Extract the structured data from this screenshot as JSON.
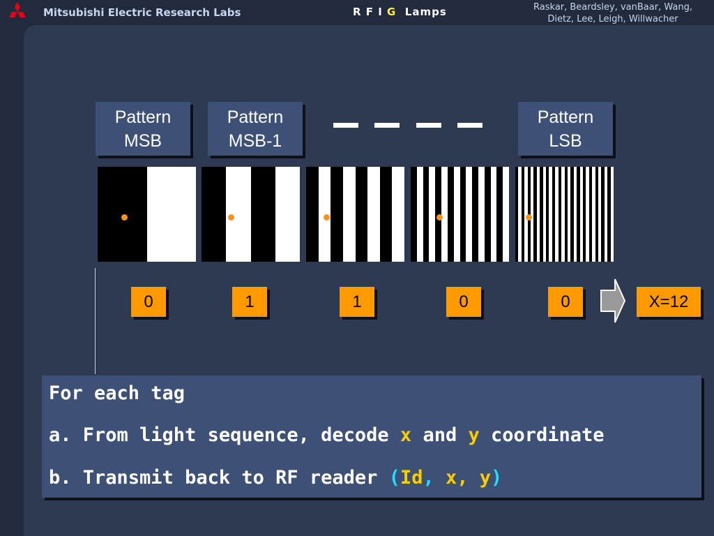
{
  "header": {
    "org": "Mitsubishi Electric Research Labs",
    "title_pre": "R F I ",
    "title_g": "G",
    "title_post": "  Lamps",
    "authors_line1": "Raskar, Beardsley, vanBaar, Wang,",
    "authors_line2": "Dietz, Lee, Leigh, Willwacher"
  },
  "patterns": [
    {
      "label_line1": "Pattern",
      "label_line2": "MSB",
      "stripe_count": 2,
      "bit": "0"
    },
    {
      "label_line1": "Pattern",
      "label_line2": "MSB-1",
      "stripe_count": 4,
      "bit": "1"
    },
    {
      "label_line1": "",
      "label_line2": "",
      "stripe_count": 8,
      "bit": "1"
    },
    {
      "label_line1": "",
      "label_line2": "",
      "stripe_count": 16,
      "bit": "0"
    },
    {
      "label_line1": "Pattern",
      "label_line2": "LSB",
      "stripe_count": 32,
      "bit": "0"
    }
  ],
  "result": "X=12",
  "colors": {
    "dot": "#f7941d",
    "bit_box": "#ff9900",
    "highlight": "#ffcc00",
    "id_highlight": "#22ddff"
  },
  "steps": {
    "intro": "For each tag",
    "a_pre": "a. From light sequence, decode ",
    "a_x": "x",
    "a_and": " and ",
    "a_y": "y",
    "a_post": " coordinate",
    "b_pre": "b. Transmit back to RF reader ",
    "b_open": "(",
    "b_id": "Id",
    "b_comma1": ", ",
    "b_x": "x",
    "b_comma2": ", ",
    "b_y": "y",
    "b_close": ")"
  }
}
